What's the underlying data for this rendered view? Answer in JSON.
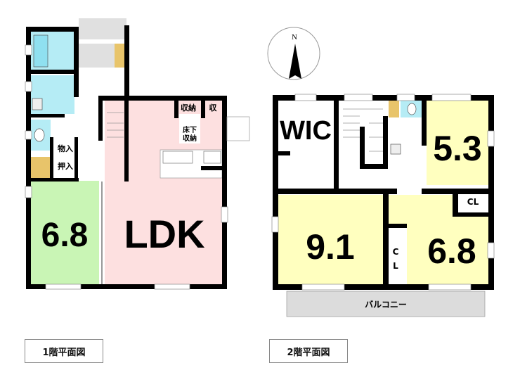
{
  "floor1": {
    "caption": "1階平面図",
    "rooms": {
      "japanese_room": "6.8",
      "ldk": "LDK",
      "storage1": "収納",
      "storage2": "収",
      "underfloor_line1": "床下",
      "underfloor_line2": "収納",
      "closet1": "物入",
      "closet2": "押入"
    }
  },
  "floor2": {
    "caption": "2階平面図",
    "rooms": {
      "wic": "WIC",
      "room_a": "5.3",
      "room_b": "9.1",
      "room_c": "6.8",
      "cl1": "CL",
      "cl2_line1": "C",
      "cl2_line2": "L",
      "balcony": "バルコニー"
    }
  },
  "compass": {
    "label": "N"
  },
  "colors": {
    "ldk": "#fde0e0",
    "japanese_room": "#c9f5b5",
    "bedroom": "#ffffbf",
    "wet": "#b5ecf5",
    "stairs_storage": "#e8c46a",
    "entrance": "#dcdcdc",
    "wall": "#000000"
  }
}
